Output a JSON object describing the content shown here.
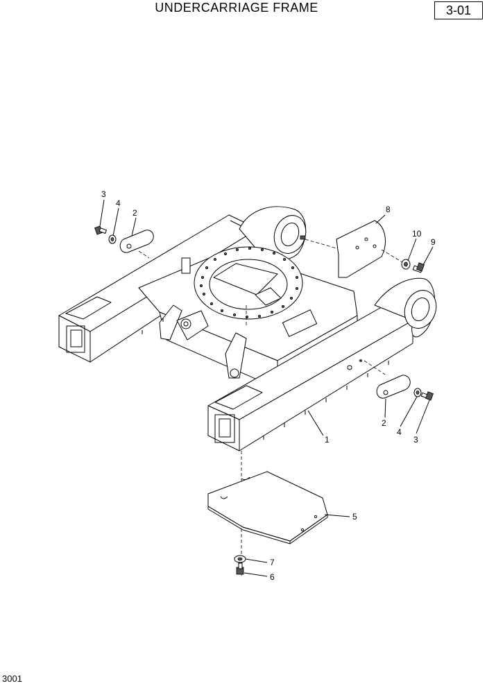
{
  "header": {
    "title": "UNDERCARRIAGE FRAME",
    "page_number": "3-01"
  },
  "footer": {
    "drawing_code": "3001"
  },
  "callouts": {
    "c1": "1",
    "c2a": "2",
    "c2b": "2",
    "c3a": "3",
    "c3b": "3",
    "c4a": "4",
    "c4b": "4",
    "c5": "5",
    "c6": "6",
    "c7": "7",
    "c8": "8",
    "c9": "9",
    "c10": "10"
  }
}
